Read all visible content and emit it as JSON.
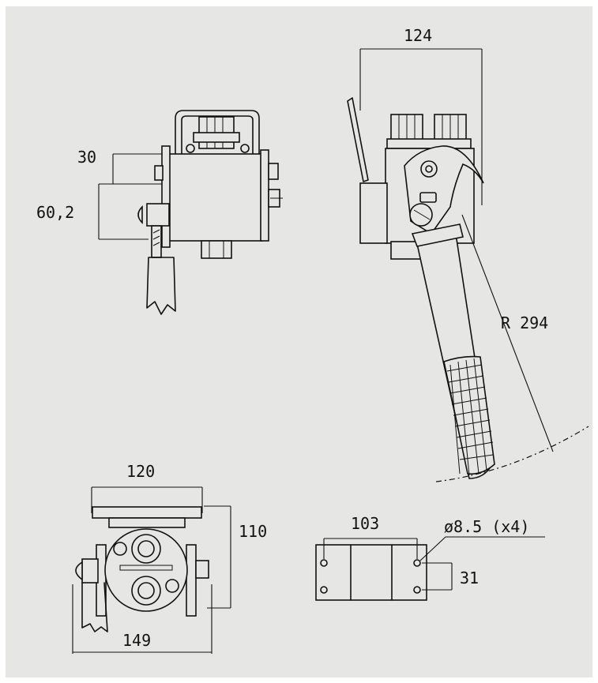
{
  "dimensions": {
    "top_view_30": "30",
    "top_view_60": "60,2",
    "side_view_124": "124",
    "radius": "R 294",
    "front_view_120": "120",
    "front_view_110": "110",
    "front_view_149": "149",
    "base_103": "103",
    "hole_dia": "ø8.5 (x4)",
    "hole_spacing": "31"
  }
}
